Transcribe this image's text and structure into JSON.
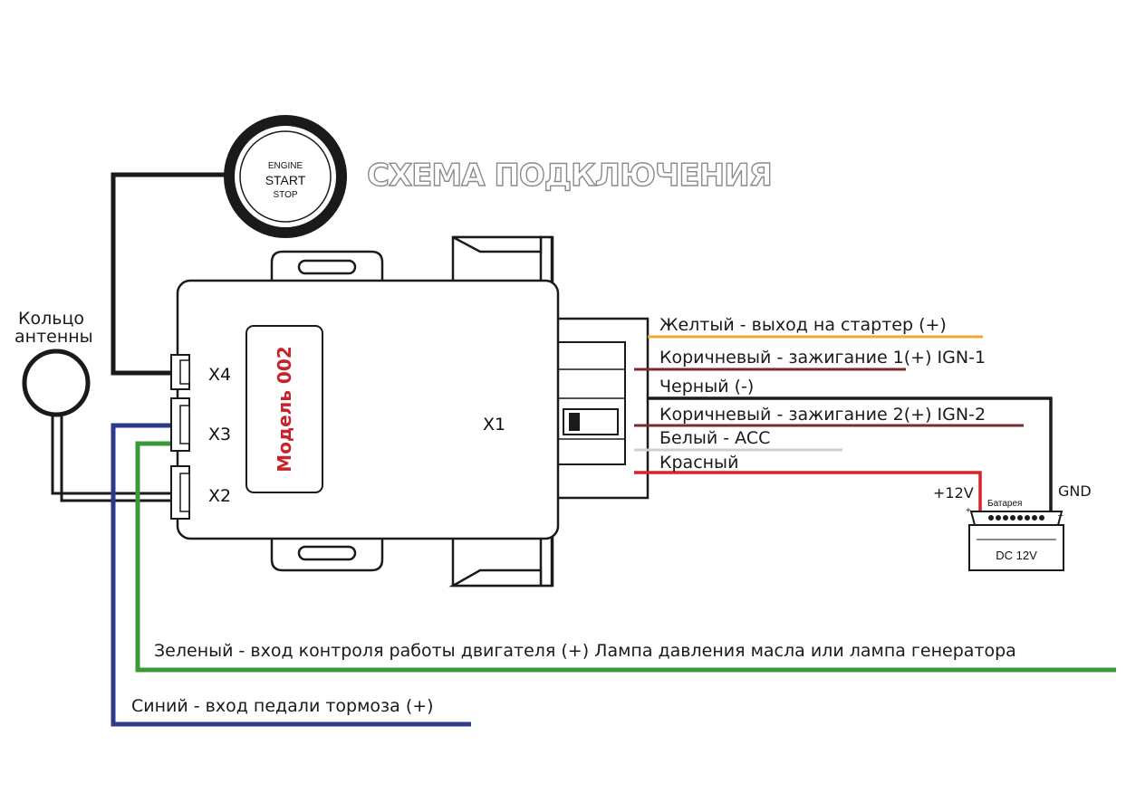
{
  "title": "СХЕМА ПОДКЛЮЧЕНИЯ",
  "start_button": {
    "line1": "ENGINE",
    "line2": "START",
    "line3": "STOP"
  },
  "antenna": {
    "line1": "Кольцо",
    "line2": "антенны"
  },
  "module": {
    "model_label": "Модель 002",
    "port_x4": "X4",
    "port_x3": "X3",
    "port_x2": "X2",
    "port_x1": "X1"
  },
  "wires": {
    "yellow": "Желтый - выход на стартер (+)",
    "brown1": "Коричневый - зажигание 1(+) IGN-1",
    "black": "Черный (-)",
    "brown2": "Коричневый - зажигание 2(+) IGN-2",
    "white": "Белый - ACC",
    "red": "Красный",
    "green": "Зеленый - вход контроля работы двигателя (+) Лампа давления масла или лампа генератора",
    "blue": "Синий - вход педали тормоза (+)"
  },
  "battery": {
    "plus_label": "+12V",
    "gnd_label": "GND",
    "name": "Батарея",
    "rating": "DC  12V",
    "plus_sign": "+",
    "minus_sign": "–"
  },
  "colors": {
    "yellow": "#f0a733",
    "brown": "#7a2c2c",
    "black": "#1a1a1a",
    "white": "#cfcfcf",
    "red": "#d9232a",
    "green": "#3a9a3a",
    "blue": "#2d3a8c"
  }
}
